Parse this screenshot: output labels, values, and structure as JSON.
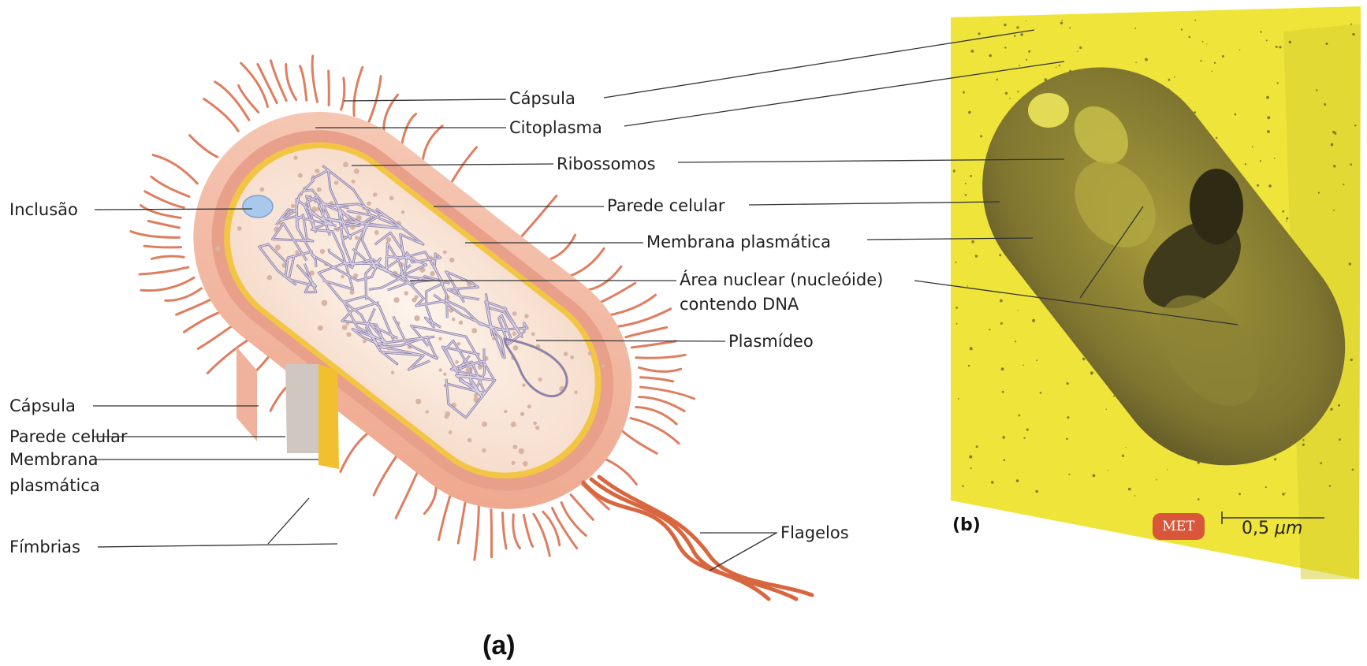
{
  "labels": {
    "capsula_top": "Cápsula",
    "citoplasma": "Citoplasma",
    "ribossomos": "Ribossomos",
    "inclusao": "Inclusão",
    "parede_top": "Parede celular",
    "membrana_top": "Membrana plasmática",
    "area_nuclear_l1": "Área nuclear (nucleóide)",
    "area_nuclear_l2": "contendo DNA",
    "plasmideo": "Plasmídeo",
    "capsula_left": "Cápsula",
    "parede_left": "Parede celular",
    "membrana_left_l1": "Membrana",
    "membrana_left_l2": "plasmática",
    "fimbrias": "Fímbrias",
    "flagelos": "Flagelos"
  },
  "panels": {
    "a": "(a)",
    "b": "(b)"
  },
  "micrograph": {
    "badge": "MET",
    "scale_value": "0,5",
    "scale_unit": "μm"
  },
  "colors": {
    "capsule": "#f2b9a3",
    "cell_wall": "#e9a58f",
    "membrane": "#f2c445",
    "cytoplasm": "#fbe9db",
    "dna": "#8e82a8",
    "fimbriae": "#df7d5f",
    "micrograph_bg": "#efe43a",
    "badge": "#d9563a"
  }
}
